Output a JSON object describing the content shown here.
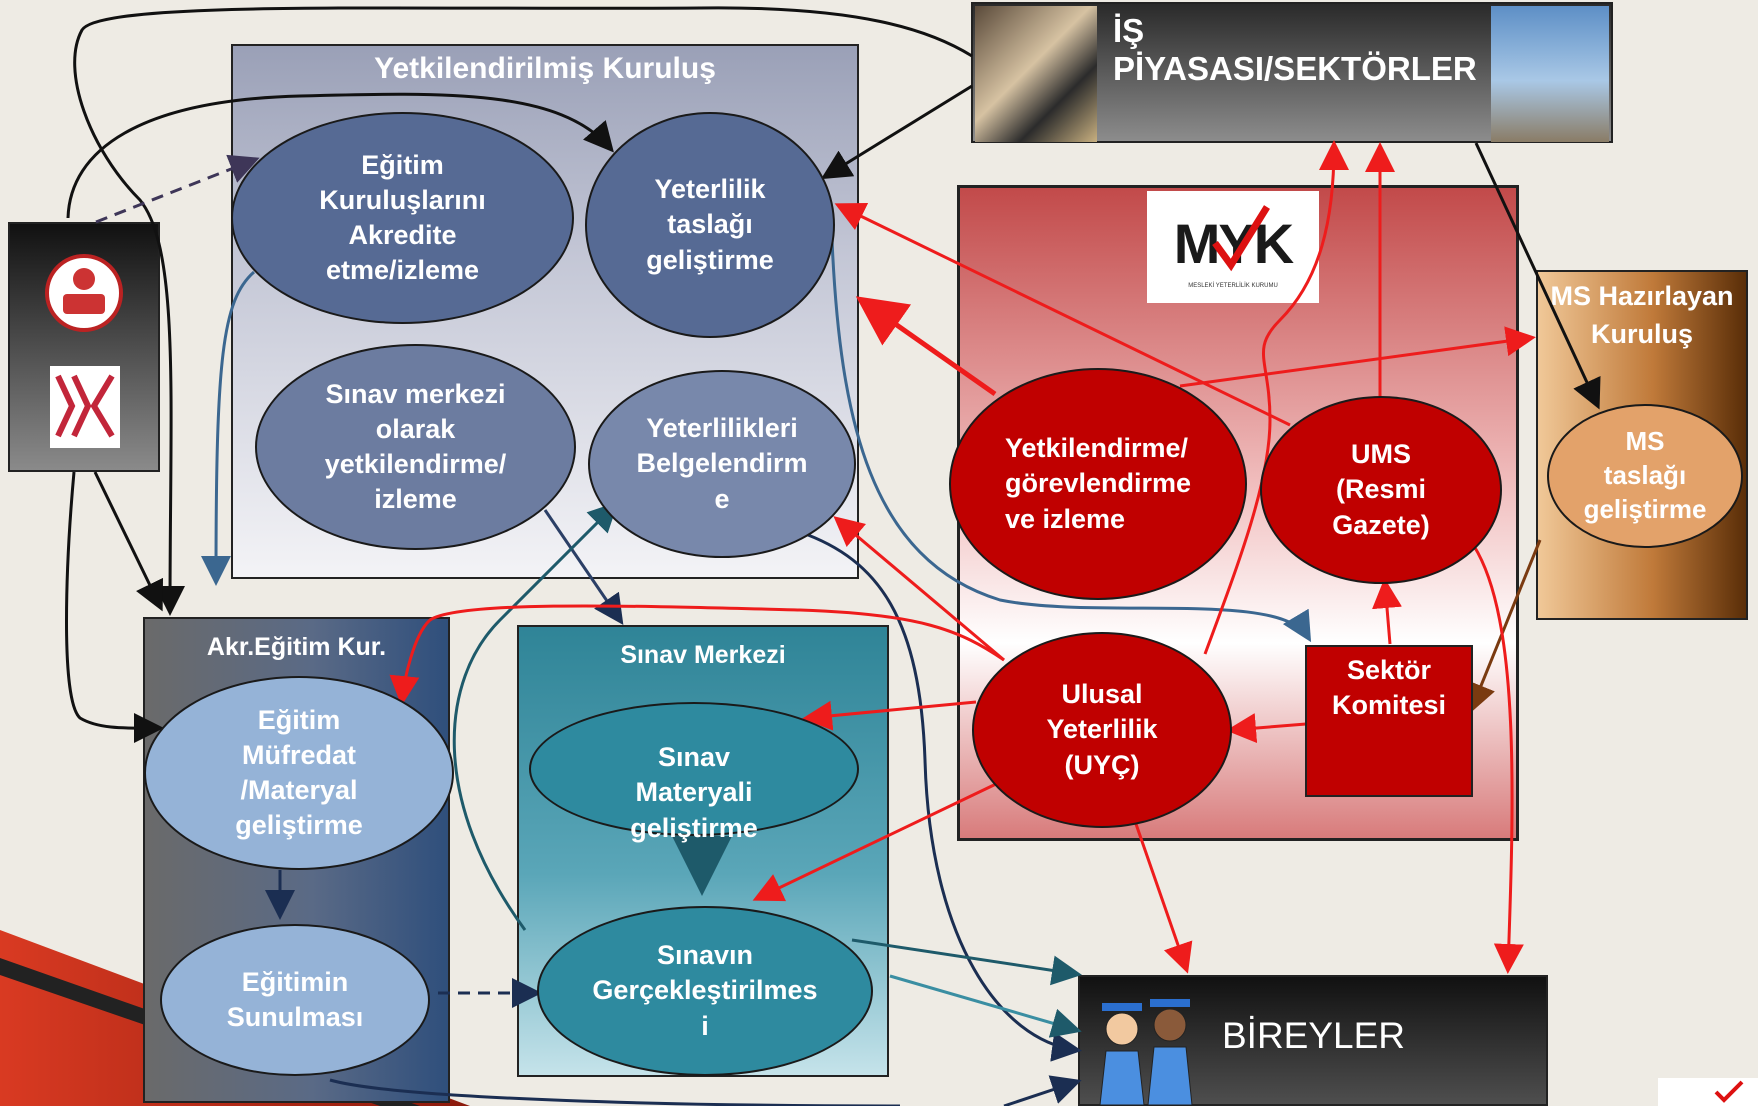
{
  "diagram": {
    "yetkili_kurulus": {
      "title": "Yetkilendirilmiş Kuruluş",
      "nodes": {
        "akredite": "Eğitim\nKuruluşlarını\nAkredite\netme/izleme",
        "taslak": "Yeterlilik\ntaslağı\ngeliştirme",
        "sinav_merkezi_yetki": "Sınav merkezi\nolarak\nyetkilendirme/\nizleme",
        "belgelendirme": "Yeterlilikleri\nBelgelendirm\ne"
      }
    },
    "is_piyasasi": {
      "title": "İŞ PİYASASI/SEKTÖRLER"
    },
    "myk": {
      "logo_text": "MYK",
      "logo_subtext": "MESLEKİ YETERLİLİK KURUMU",
      "nodes": {
        "yetkilendirme": "Yetkilendirme/\ngörevlendirme\nve izleme",
        "ums": "UMS\n(Resmi\nGazete)",
        "uyc": "Ulusal\nYeterlilik\n(UYÇ)",
        "sektor_komitesi": "Sektör\nKomitesi"
      }
    },
    "ms_hazirlayan": {
      "title": "MS Hazırlayan\nKuruluş",
      "node": "MS\ntaslağı\ngeliştirme"
    },
    "akr_egitim": {
      "title": "Akr.Eğitim Kur.",
      "nodes": {
        "mufredat": "Eğitim\nMüfredat\n/Materyal\ngeliştirme",
        "sunulmasi": "Eğitimin\nSunulması"
      }
    },
    "sinav_merkezi": {
      "title": "Sınav Merkezi",
      "nodes": {
        "materyal": "Sınav\nMateryali\ngeliştirme",
        "gerceklestirme": "Sınavın\nGerçekleştirilmes\ni"
      }
    },
    "bireyler": {
      "title": "BİREYLER"
    },
    "logos": {
      "meb": "meb-logo",
      "yok": "yok-logo"
    }
  },
  "colors": {
    "background": "#eeebe4",
    "red": "#c00000",
    "arrow_red": "#ee1c1c",
    "navy_ellipse": "#566a94",
    "teal": "#2e8a9f",
    "light_blue": "#95b3d7",
    "ms_orange": "#e3a26a"
  }
}
